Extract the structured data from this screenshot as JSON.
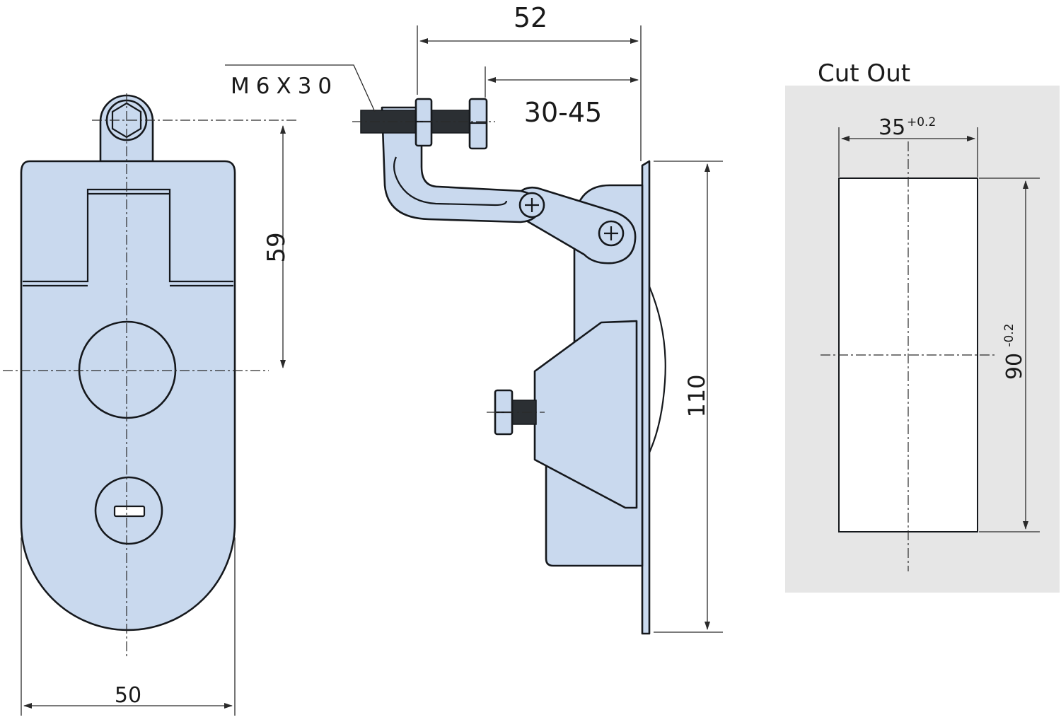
{
  "front_view": {
    "width_label": "50",
    "height_label": "59"
  },
  "side_view": {
    "screw_label": "M6X30",
    "depth_label": "52",
    "adjust_label": "30-45",
    "height_label": "110"
  },
  "cutout": {
    "title": "Cut Out",
    "width_label": "35",
    "width_tol": "+0.2",
    "height_label": "90",
    "height_tol": "-0.2"
  },
  "colors": {
    "part_fill": "#c9d9ee",
    "cutout_panel": "#e6e6e6",
    "outline": "#15181c"
  }
}
